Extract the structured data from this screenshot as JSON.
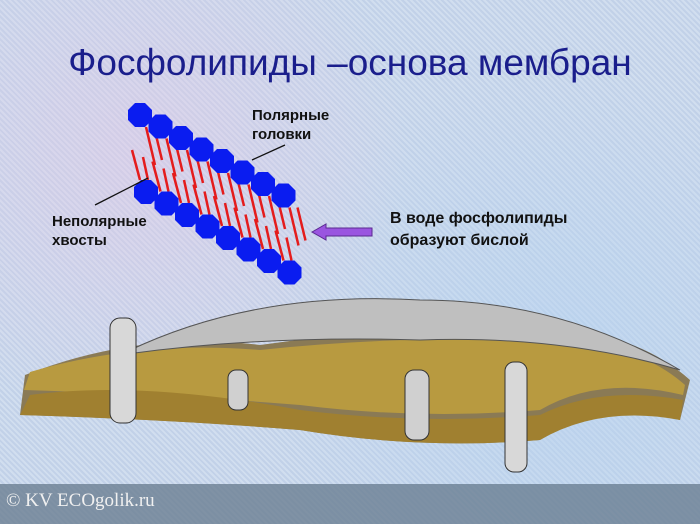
{
  "title": "Фосфолипиды –основа мембран",
  "labels": {
    "polar_heads": "Полярные\nголовки",
    "nonpolar_tails": "Неполярные\nхвосты",
    "bilayer_note": "В воде фосфолипиды\nобразуют бислой"
  },
  "watermark": "© KV ECOgolik.ru",
  "colors": {
    "title": "#1a1e8c",
    "heads": "#0a1cf0",
    "tails": "#e41c1c",
    "arrow": "#9a55e0"
  }
}
